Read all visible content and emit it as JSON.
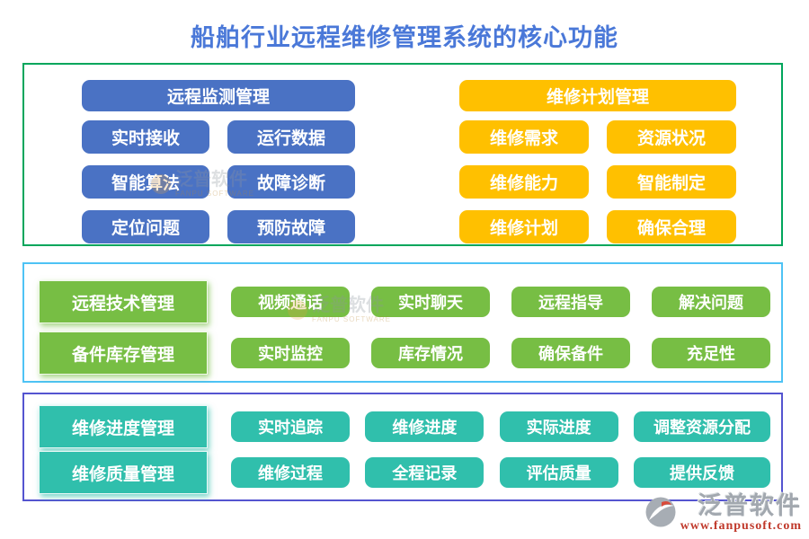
{
  "title": "船舶行业远程维修管理系统的核心功能",
  "colors": {
    "title_blue": "#4a78d8",
    "button_blue": "#4a72c4",
    "button_yellow": "#ffc000",
    "button_green": "#77be44",
    "button_teal": "#30bfac",
    "border_section1": "#00a65c",
    "border_section2": "#4ec3f5",
    "border_section3": "#5454d0",
    "footer_url_red": "#c0392b"
  },
  "sections": [
    {
      "columns": [
        {
          "header": "远程监测管理",
          "items": [
            "实时接收",
            "运行数据",
            "智能算法",
            "故障诊断",
            "定位问题",
            "预防故障"
          ]
        },
        {
          "header": "维修计划管理",
          "items": [
            "维修需求",
            "资源状况",
            "维修能力",
            "智能制定",
            "维修计划",
            "确保合理"
          ]
        }
      ]
    },
    {
      "rows": [
        {
          "header": "远程技术管理",
          "items": [
            "视频通话",
            "实时聊天",
            "远程指导",
            "解决问题"
          ]
        },
        {
          "header": "备件库存管理",
          "items": [
            "实时监控",
            "库存情况",
            "确保备件",
            "充足性"
          ]
        }
      ]
    },
    {
      "rows": [
        {
          "header": "维修进度管理",
          "items": [
            "实时追踪",
            "维修进度",
            "实际进度",
            "调整资源分配"
          ]
        },
        {
          "header": "维修质量管理",
          "items": [
            "维修过程",
            "全程记录",
            "评估质量",
            "提供反馈"
          ]
        }
      ]
    }
  ],
  "watermark": {
    "text": "泛普软件",
    "subtext": "FANPU SOFTWARE"
  },
  "footer": {
    "brand": "泛普软件",
    "url": "www.fanpusoft.com"
  }
}
